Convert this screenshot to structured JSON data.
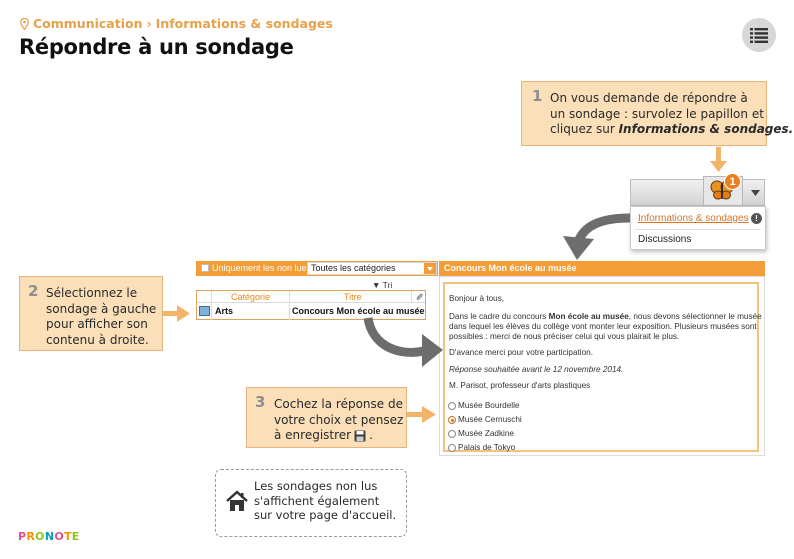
{
  "breadcrumb": {
    "section": "Communication",
    "separator": "›",
    "page": "Informations & sondages"
  },
  "title": "Répondre à un sondage",
  "steps": [
    {
      "number": "1",
      "line1": "On vous demande de répondre à",
      "line2": "un sondage : survolez le papillon et",
      "line3_prefix": "cliquez sur ",
      "line3_bold": "Informations & sondages."
    },
    {
      "number": "2",
      "lines": [
        "Sélectionnez le",
        "sondage à gauche",
        "pour afficher son",
        "contenu à droite."
      ]
    },
    {
      "number": "3",
      "line1": "Cochez la réponse de",
      "line2": "votre choix et pensez",
      "line3": "à enregistrer",
      "line3_end": "."
    }
  ],
  "notifications": {
    "badge_count": "1",
    "menu_items": [
      "Informations & sondages",
      "Discussions"
    ]
  },
  "list": {
    "filter_checkbox_label": "Uniquement les non lues",
    "filter_select_value": "Toutes les catégories",
    "sort_label": "▼ Tri",
    "columns": [
      "Catégorie",
      "Titre"
    ],
    "rows": [
      {
        "category": "Arts",
        "title": "Concours Mon école au musée"
      }
    ]
  },
  "survey": {
    "header": "Concours Mon école au musée",
    "greeting": "Bonjour à tous,",
    "body_line1_pre": "Dans le cadre du concours ",
    "body_line1_bold": "Mon école au musée",
    "body_line1_post": ", nous devons sélectionner le musée",
    "body_line2": "dans lequel les élèves du collège vont monter leur exposition. Plusieurs musées sont",
    "body_line3": "possibles : merci de nous préciser celui qui vous plairait le plus.",
    "thanks": "D'avance merci pour votre participation.",
    "deadline": "Réponse souhaitée avant le 12 novembre 2014.",
    "signature": "M. Parisot, professeur d'arts plastiques",
    "options": [
      "Musée Bourdelle",
      "Musée Cernuschi",
      "Musée Zadkine",
      "Palais de Tokyo"
    ],
    "selected_option": 1
  },
  "info": {
    "lines": [
      "Les sondages non lus",
      "s'affichent également",
      "sur votre page d'accueil."
    ]
  },
  "logo": {
    "letters": [
      "P",
      "R",
      "O",
      "N",
      "O",
      "T",
      "E"
    ],
    "colors": [
      "#e94e8a",
      "#f39200",
      "#95c11f",
      "#00a0c6",
      "#e94e8a",
      "#f39200",
      "#95c11f"
    ]
  },
  "colors": {
    "accent_orange": "#f29d37",
    "callout_bg": "#fbdfb9",
    "breadcrumb": "#e8a14a"
  }
}
